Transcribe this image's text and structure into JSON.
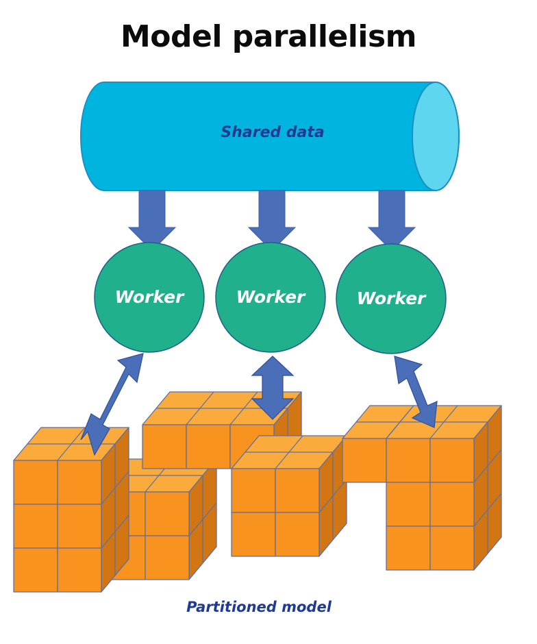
{
  "title": "Model parallelism",
  "data_store": {
    "label": "Shared data"
  },
  "workers": [
    {
      "label": "Worker"
    },
    {
      "label": "Worker"
    },
    {
      "label": "Worker"
    }
  ],
  "model": {
    "label": "Partitioned model"
  },
  "colors": {
    "cylinder_body": "#00b4e0",
    "cylinder_end": "#5ed6f0",
    "worker": "#21b08c",
    "arrow": "#4a6fb8",
    "cube_front": "#f7931e",
    "cube_top": "#fbab3c",
    "cube_side": "#d17613",
    "cube_edge": "#5a6fa8",
    "label_blue": "#1f3a93"
  }
}
